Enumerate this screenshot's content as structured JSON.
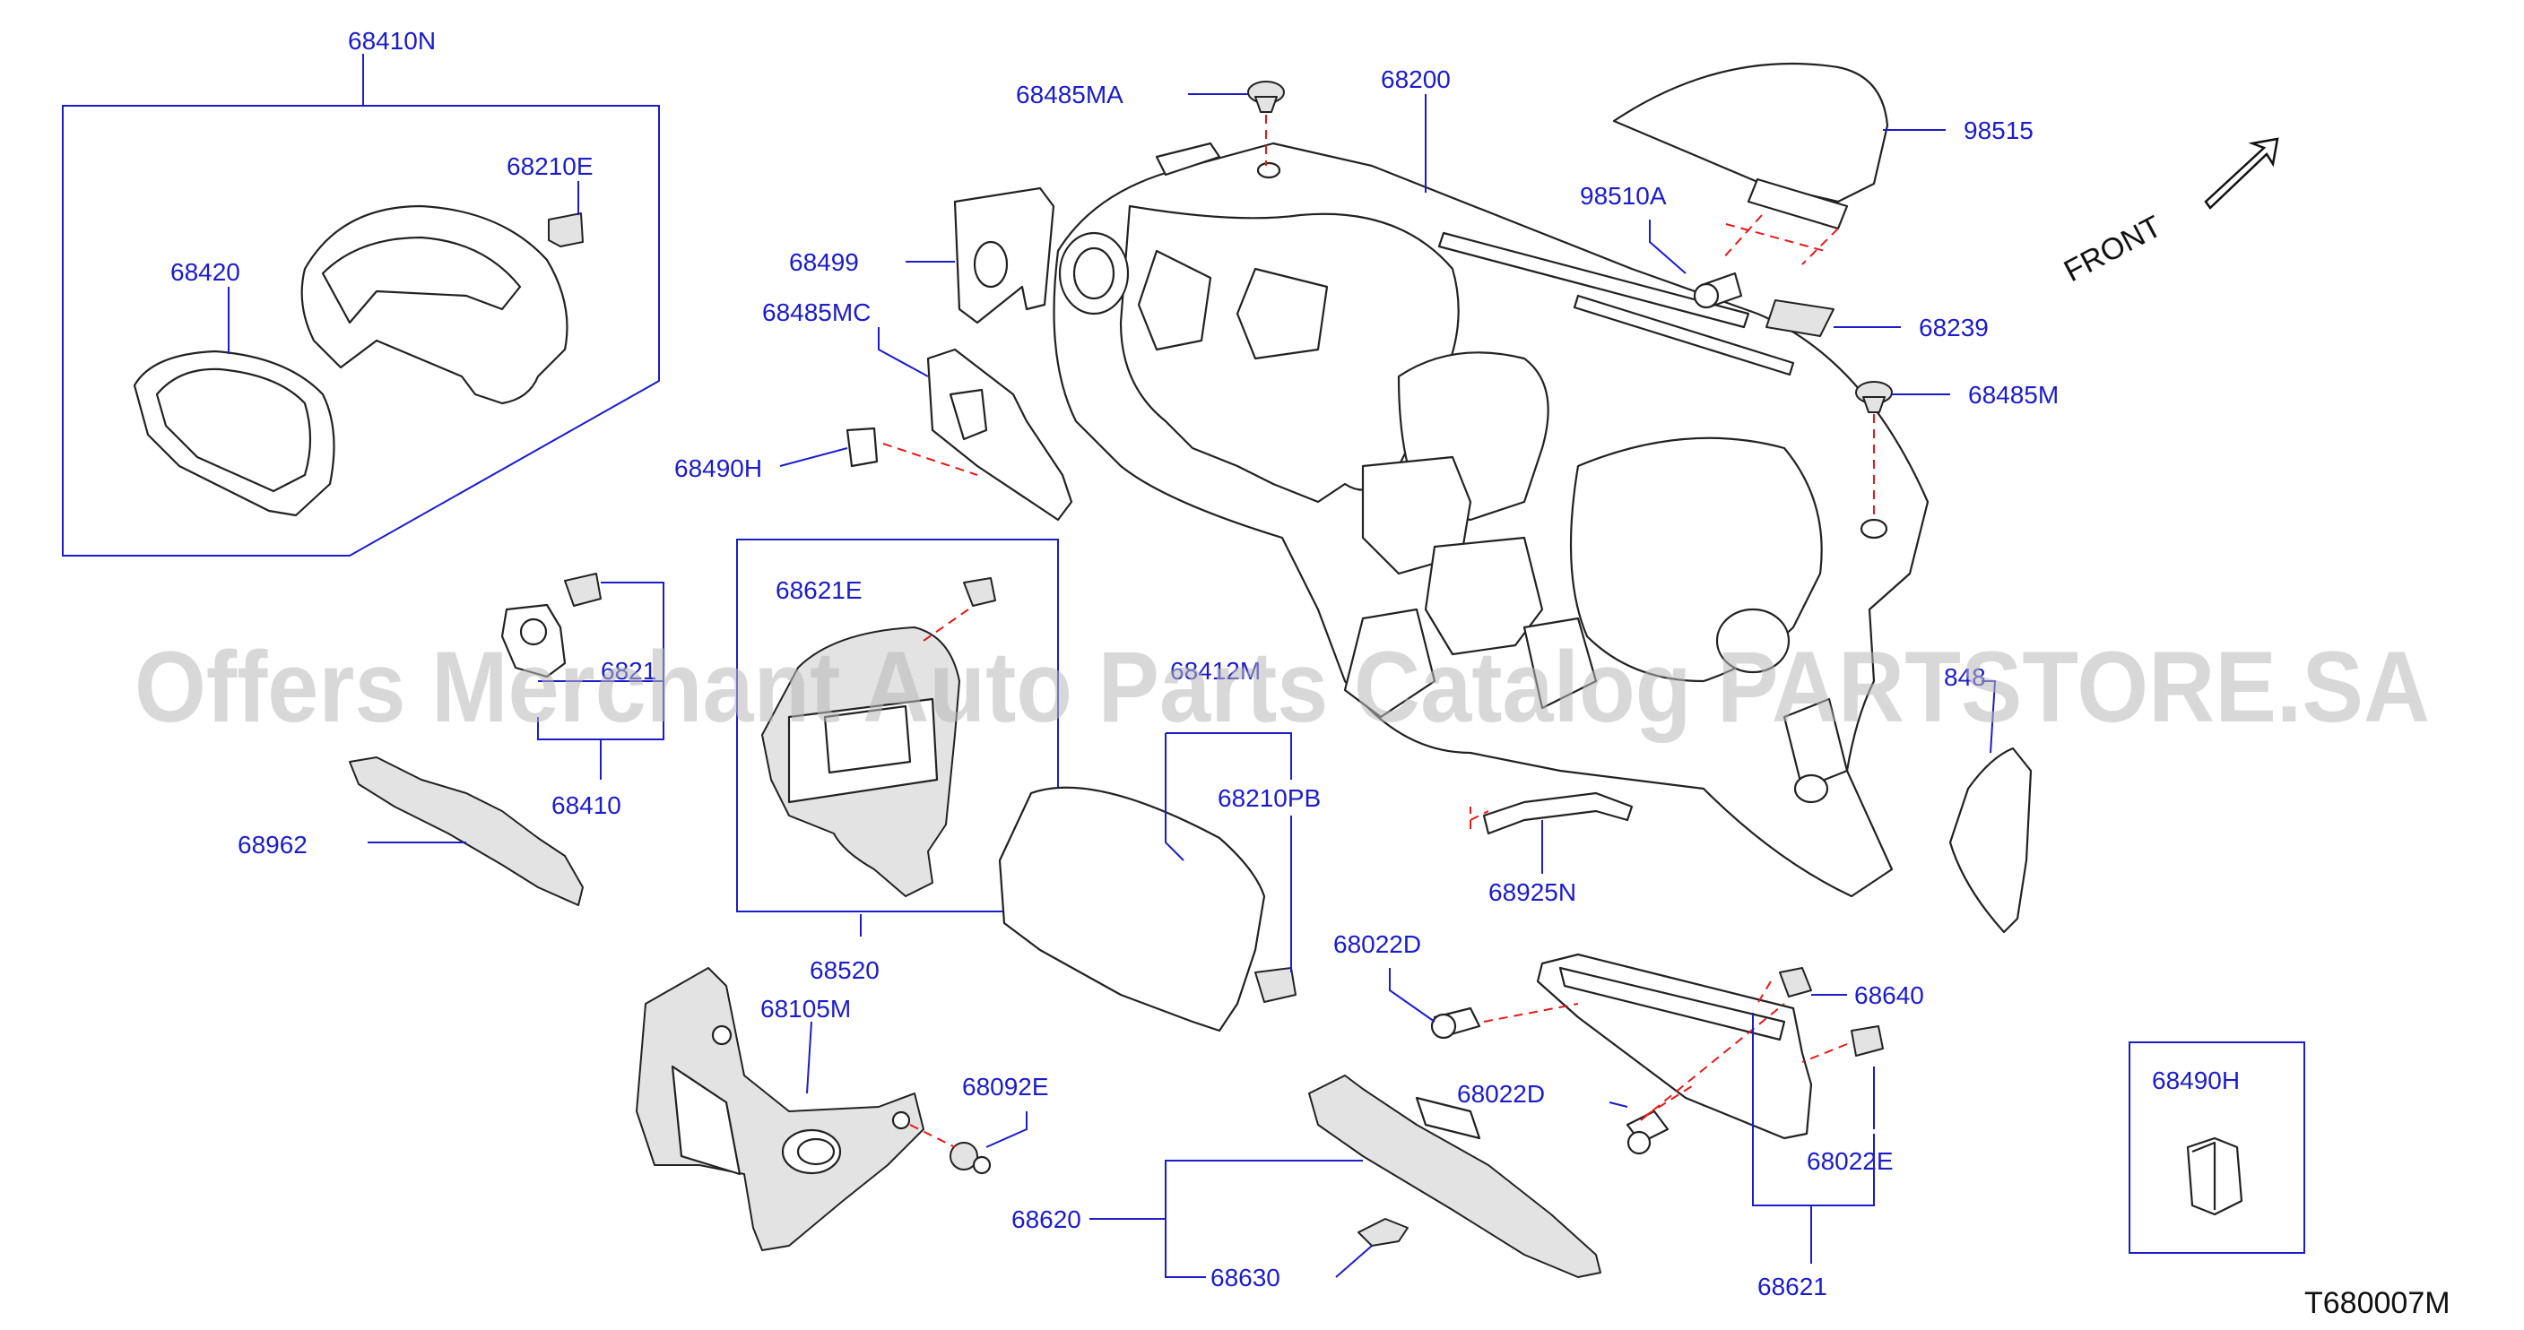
{
  "watermark": "Offers Merchant Auto Parts Catalog PARTSTORE.SA",
  "front_label": "FRONT",
  "drawing_number": "T680007M",
  "part_labels": {
    "p68410N": "68410N",
    "p68210E_a": "68210E",
    "p68420": "68420",
    "p68485MA": "68485MA",
    "p68200": "68200",
    "p98515": "98515",
    "p98510A": "98510A",
    "p68499": "68499",
    "p68485MC": "68485MC",
    "p68239": "68239",
    "p68485M": "68485M",
    "p68490H_a": "68490H",
    "p68621E": "68621E",
    "p68210_partial": "6821",
    "p68412M_partial": "68412M",
    "p68410": "68410",
    "p68210PB": "68210PB",
    "p6848_partial": "848",
    "p68962": "68962",
    "p68925N": "68925N",
    "p68520": "68520",
    "p68022D_a": "68022D",
    "p68640": "68640",
    "p68105M": "68105M",
    "p68092E": "68092E",
    "p68022D_b": "68022D",
    "p68490H_b": "68490H",
    "p68022E": "68022E",
    "p68620": "68620",
    "p68630": "68630",
    "p68621": "68621"
  }
}
